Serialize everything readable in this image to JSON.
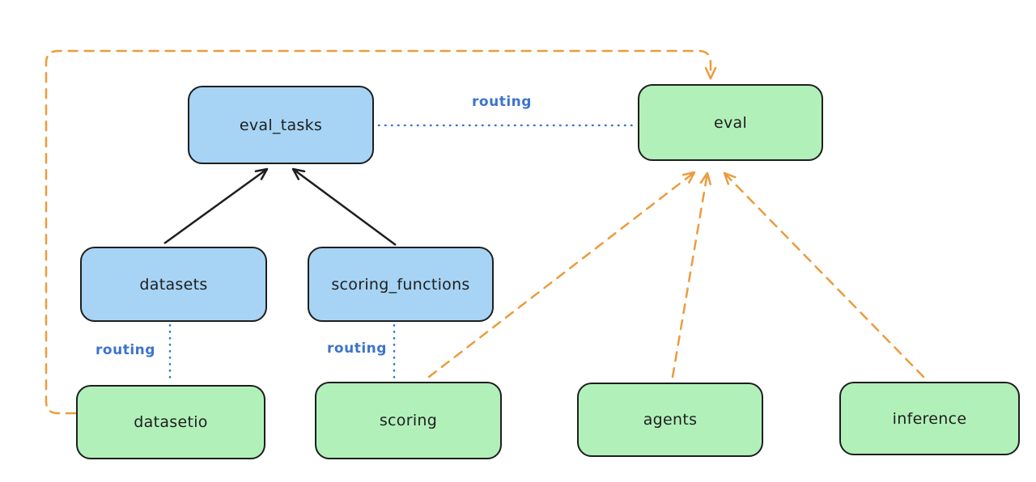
{
  "colors": {
    "node_blue": "#a7d4f4",
    "node_green": "#b2f0ba",
    "edge_orange": "#ec9b3d",
    "edge_blue": "#3d74cc",
    "edge_black": "#1e1e1e",
    "node_border": "#1e1e1e",
    "canvas_bg": "#ffffff"
  },
  "nodes": {
    "eval_tasks": {
      "label": "eval_tasks",
      "color": "blue"
    },
    "eval": {
      "label": "eval",
      "color": "green"
    },
    "datasets": {
      "label": "datasets",
      "color": "blue"
    },
    "scoring_functions": {
      "label": "scoring_functions",
      "color": "blue"
    },
    "datasetio": {
      "label": "datasetio",
      "color": "green"
    },
    "scoring": {
      "label": "scoring",
      "color": "green"
    },
    "agents": {
      "label": "agents",
      "color": "green"
    },
    "inference": {
      "label": "inference",
      "color": "green"
    }
  },
  "connections": [
    {
      "from": "datasets",
      "to": "eval_tasks",
      "style": "solid-arrow",
      "color": "black",
      "label": ""
    },
    {
      "from": "scoring_functions",
      "to": "eval_tasks",
      "style": "solid-arrow",
      "color": "black",
      "label": ""
    },
    {
      "from": "eval_tasks",
      "to": "eval",
      "style": "dotted",
      "color": "blue",
      "label": "routing"
    },
    {
      "from": "datasets",
      "to": "datasetio",
      "style": "dotted",
      "color": "blue",
      "label": "routing"
    },
    {
      "from": "scoring_functions",
      "to": "scoring",
      "style": "dotted",
      "color": "blue",
      "label": "routing"
    },
    {
      "from": "datasetio",
      "to": "eval",
      "style": "dashed-arrow",
      "color": "orange",
      "label": ""
    },
    {
      "from": "scoring",
      "to": "eval",
      "style": "dashed-arrow",
      "color": "orange",
      "label": ""
    },
    {
      "from": "agents",
      "to": "eval",
      "style": "dashed-arrow",
      "color": "orange",
      "label": ""
    },
    {
      "from": "inference",
      "to": "eval",
      "style": "dashed-arrow",
      "color": "orange",
      "label": ""
    }
  ]
}
